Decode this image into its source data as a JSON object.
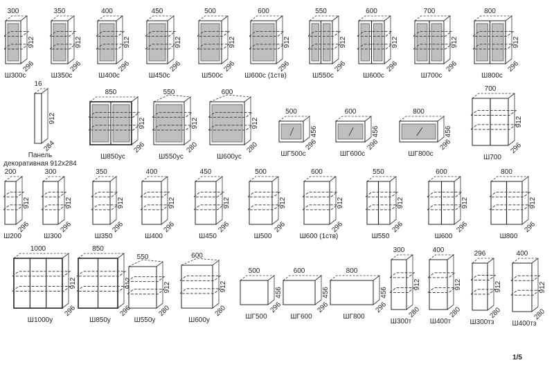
{
  "page": {
    "number": "1/5"
  },
  "rows": [
    [
      {
        "name": "Ш300с",
        "w": "300",
        "h": "912",
        "d": "296",
        "kind": "glass",
        "doors": 1
      },
      {
        "name": "Ш350с",
        "w": "350",
        "h": "912",
        "d": "296",
        "kind": "glass",
        "doors": 1
      },
      {
        "name": "Ш400с",
        "w": "400",
        "h": "912",
        "d": "296",
        "kind": "glass",
        "doors": 1
      },
      {
        "name": "Ш450с",
        "w": "450",
        "h": "912",
        "d": "296",
        "kind": "glass",
        "doors": 1
      },
      {
        "name": "Ш500с",
        "w": "500",
        "h": "912",
        "d": "296",
        "kind": "glass",
        "doors": 1
      },
      {
        "name": "Ш600с (1ств)",
        "w": "600",
        "h": "912",
        "d": "296",
        "kind": "glass",
        "doors": 1
      },
      {
        "name": "Ш550с",
        "w": "550",
        "h": "912",
        "d": "296",
        "kind": "glass",
        "doors": 2
      },
      {
        "name": "Ш600с",
        "w": "600",
        "h": "912",
        "d": "296",
        "kind": "glass",
        "doors": 2
      },
      {
        "name": "Ш700с",
        "w": "700",
        "h": "912",
        "d": "296",
        "kind": "glass",
        "doors": 2
      },
      {
        "name": "Ш800с",
        "w": "800",
        "h": "912",
        "d": "296",
        "kind": "glass",
        "doors": 2
      }
    ],
    [
      {
        "name": "Панель\nдекоративная 912x284",
        "w": "16",
        "h": "912",
        "d": "284",
        "kind": "panel",
        "doors": 0
      },
      {
        "name": "Ш850ус",
        "w": "850",
        "h": "912",
        "d": "296",
        "kind": "glass-wide",
        "doors": 2
      },
      {
        "name": "Ш550ус",
        "w": "550",
        "h": "912",
        "d": "280",
        "kind": "glass-corner",
        "doors": 1
      },
      {
        "name": "Ш600ус",
        "w": "600",
        "h": "912",
        "d": "280",
        "kind": "glass-corner",
        "doors": 1
      },
      {
        "name": "ШГ500с",
        "w": "500",
        "h": "456",
        "d": "296",
        "kind": "glass-low",
        "doors": 1
      },
      {
        "name": "ШГ600с",
        "w": "600",
        "h": "456",
        "d": "296",
        "kind": "glass-low",
        "doors": 1
      },
      {
        "name": "ШГ800с",
        "w": "800",
        "h": "456",
        "d": "296",
        "kind": "glass-low",
        "doors": 1
      },
      {
        "name": "Ш700",
        "w": "700",
        "h": "912",
        "d": "296",
        "kind": "solid",
        "doors": 2
      }
    ],
    [
      {
        "name": "Ш200",
        "w": "200",
        "h": "912",
        "d": "296",
        "kind": "solid",
        "doors": 1
      },
      {
        "name": "Ш300",
        "w": "300",
        "h": "912",
        "d": "296",
        "kind": "solid",
        "doors": 1
      },
      {
        "name": "Ш350",
        "w": "350",
        "h": "912",
        "d": "296",
        "kind": "solid",
        "doors": 1
      },
      {
        "name": "Ш400",
        "w": "400",
        "h": "912",
        "d": "296",
        "kind": "solid",
        "doors": 1
      },
      {
        "name": "Ш450",
        "w": "450",
        "h": "912",
        "d": "296",
        "kind": "solid",
        "doors": 1
      },
      {
        "name": "Ш500",
        "w": "500",
        "h": "912",
        "d": "296",
        "kind": "solid",
        "doors": 1
      },
      {
        "name": "Ш600 (1ств)",
        "w": "600",
        "h": "912",
        "d": "296",
        "kind": "solid",
        "doors": 1
      },
      {
        "name": "Ш550",
        "w": "550",
        "h": "912",
        "d": "296",
        "kind": "solid",
        "doors": 2
      },
      {
        "name": "Ш600",
        "w": "600",
        "h": "912",
        "d": "296",
        "kind": "solid",
        "doors": 2
      },
      {
        "name": "Ш800",
        "w": "800",
        "h": "912",
        "d": "296",
        "kind": "solid",
        "doors": 2
      }
    ],
    [
      {
        "name": "Ш1000у",
        "w": "1000",
        "h": "912",
        "d": "296",
        "kind": "solid-wide",
        "doors": 3
      },
      {
        "name": "Ш850у",
        "w": "850",
        "h": "912",
        "d": "296",
        "kind": "solid-wide",
        "doors": 2
      },
      {
        "name": "Ш550у",
        "w": "550",
        "h": "912",
        "d": "280",
        "kind": "corner",
        "doors": 1
      },
      {
        "name": "Ш600у",
        "w": "600",
        "h": "912",
        "d": "280",
        "kind": "corner",
        "doors": 1
      },
      {
        "name": "ШГ500",
        "w": "500",
        "h": "456",
        "d": "296",
        "kind": "low",
        "doors": 1
      },
      {
        "name": "ШГ600",
        "w": "600",
        "h": "456",
        "d": "296",
        "kind": "low",
        "doors": 1
      },
      {
        "name": "ШГ800",
        "w": "800",
        "h": "456",
        "d": "296",
        "kind": "low",
        "doors": 1
      },
      {
        "name": "Ш300т",
        "w": "300",
        "h": "912",
        "d": "280",
        "kind": "end",
        "doors": 0
      },
      {
        "name": "Ш400т",
        "w": "400",
        "h": "912",
        "d": "280",
        "kind": "end",
        "doors": 0
      },
      {
        "name": "Ш300тз",
        "w": "296",
        "h": "912",
        "d": "280",
        "kind": "end-closed",
        "doors": 0
      },
      {
        "name": "Ш400тз",
        "w": "400",
        "h": "912",
        "d": "280",
        "kind": "end-closed",
        "doors": 0
      }
    ]
  ]
}
